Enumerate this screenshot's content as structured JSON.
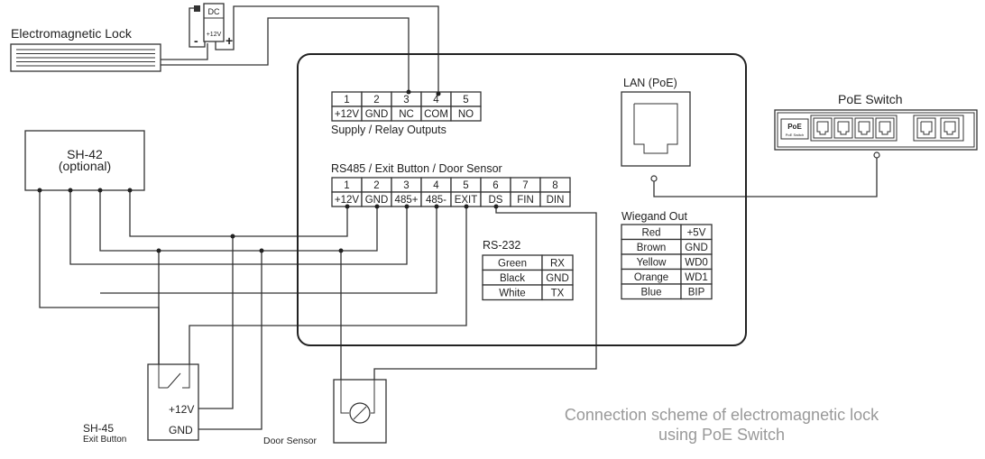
{
  "lock": {
    "label": "Electromagnetic Lock",
    "dc": "DC",
    "volt": "+12V",
    "minus": "-",
    "plus": "+"
  },
  "supply": {
    "title": "Supply / Relay Outputs",
    "numbers": [
      "1",
      "2",
      "3",
      "4",
      "5"
    ],
    "pins": [
      "+12V",
      "GND",
      "NC",
      "COM",
      "NO"
    ]
  },
  "rs485": {
    "title": "RS485 / Exit Button / Door Sensor",
    "numbers": [
      "1",
      "2",
      "3",
      "4",
      "5",
      "6",
      "7",
      "8"
    ],
    "pins": [
      "+12V",
      "GND",
      "485+",
      "485-",
      "EXIT",
      "DS",
      "FIN",
      "DIN"
    ]
  },
  "lan": {
    "title": "LAN (PoE)"
  },
  "poe_switch": {
    "title": "PoE Switch",
    "badge": "PoE",
    "badge_sub": "PoE Switch"
  },
  "wiegand": {
    "title": "Wiegand Out",
    "rows": [
      [
        "Red",
        "+5V"
      ],
      [
        "Brown",
        "GND"
      ],
      [
        "Yellow",
        "WD0"
      ],
      [
        "Orange",
        "WD1"
      ],
      [
        "Blue",
        "BIP"
      ]
    ]
  },
  "rs232": {
    "title": "RS-232",
    "rows": [
      [
        "Green",
        "RX"
      ],
      [
        "Black",
        "GND"
      ],
      [
        "White",
        "TX"
      ]
    ]
  },
  "sh42": {
    "line1": "SH-42",
    "line2": "(optional)"
  },
  "sh45": {
    "line1": "SH-45",
    "line2": "Exit Button",
    "plus": "+12V",
    "gnd": "GND"
  },
  "door_sensor": {
    "label": "Door Sensor"
  },
  "caption": {
    "line1": "Connection scheme of electromagnetic lock",
    "line2": "using PoE Switch"
  }
}
